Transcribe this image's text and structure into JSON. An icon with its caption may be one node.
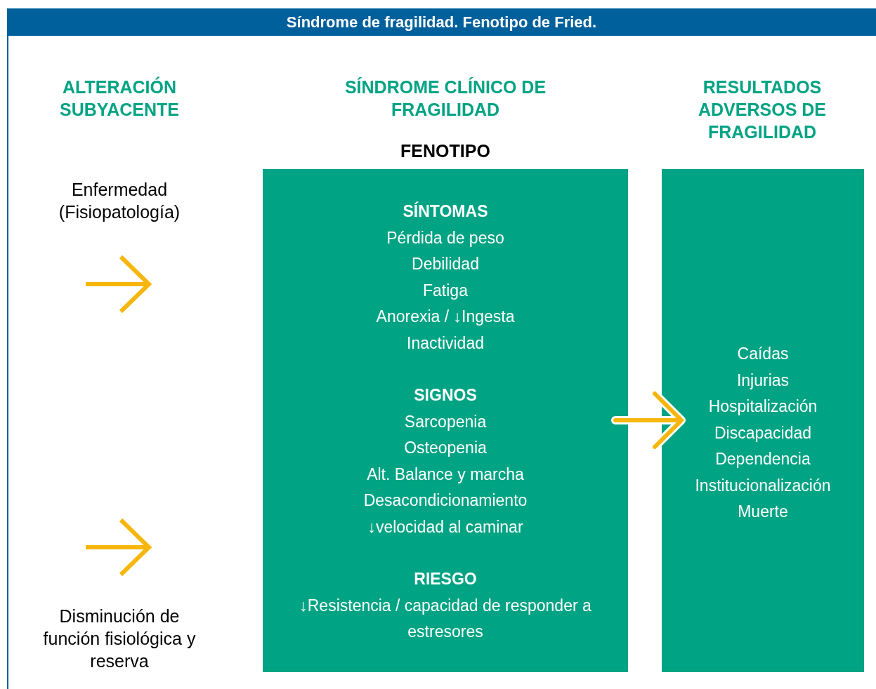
{
  "diagram": {
    "title": "Síndrome de fragilidad. Fenotipo de Fried.",
    "nodes": [
      {
        "text": [
          "Enfermedad (Fisiopatología)"
        ]
      },
      {
        "text": [
          "Disminución de función fisiológica y reserva"
        ]
      },
      {
        "text": [
          "FENOTIPO",
          "SÍNTOMAS",
          "Pérdida de peso",
          "Debilidad",
          "Fatiga",
          "Anorexia / ↓Ingesta",
          "Inactividad",
          "SIGNOS",
          "Sarcopenia",
          "Osteopenia",
          "Alt. Balance y marcha",
          "Desacondicionamiento",
          "↓velocidad al caminar",
          "RIESGO",
          "↓Resistencia / capacidad de responder a estresores"
        ]
      },
      {
        "text": [
          "Caídas",
          "Injurias",
          "Hospitalización",
          "Discapacidad",
          "Dependencia",
          "Institucionalización",
          "Muerte"
        ]
      }
    ],
    "edges": [
      {
        "from": 2,
        "to": 3,
        "arrow": "to"
      }
    ],
    "labels": [
      "ALTERACIÓN SUBYACENTE",
      "SÍNDROME CLÍNICO DE FRAGILIDAD",
      "RESULTADOS ADVERSOS DE FRAGILIDAD"
    ]
  }
}
